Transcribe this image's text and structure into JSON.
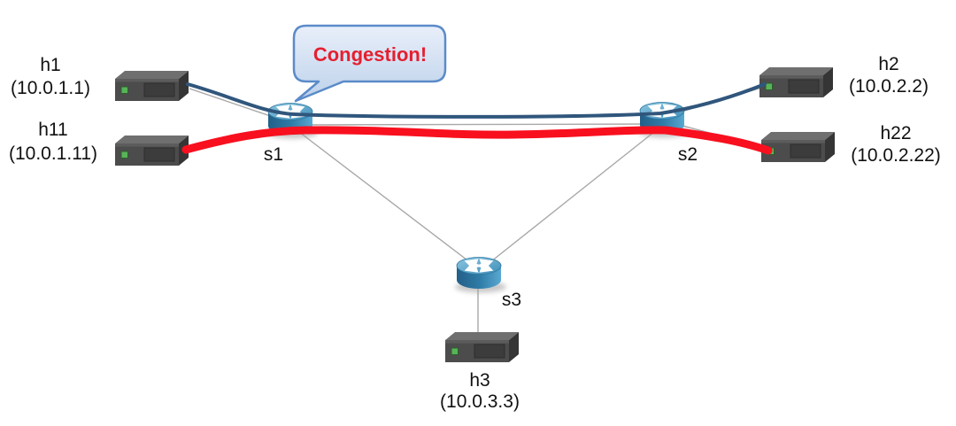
{
  "diagram": {
    "type": "network-topology",
    "callout": {
      "text": "Congestion!",
      "text_color": "#e51f2f",
      "fill_top": "#e9effa",
      "fill_bottom": "#bcd1ea",
      "border_color": "#5b8bc9",
      "points_to": "s1"
    },
    "hosts": [
      {
        "id": "h1",
        "label": "h1",
        "ip": "(10.0.1.1)"
      },
      {
        "id": "h11",
        "label": "h11",
        "ip": "(10.0.1.11)"
      },
      {
        "id": "h2",
        "label": "h2",
        "ip": "(10.0.2.2)"
      },
      {
        "id": "h22",
        "label": "h22",
        "ip": "(10.0.2.22)"
      },
      {
        "id": "h3",
        "label": "h3",
        "ip": "(10.0.3.3)"
      }
    ],
    "switches": [
      {
        "id": "s1",
        "label": "s1"
      },
      {
        "id": "s2",
        "label": "s2"
      },
      {
        "id": "s3",
        "label": "s3"
      }
    ],
    "links": [
      [
        "h1",
        "s1"
      ],
      [
        "h11",
        "s1"
      ],
      [
        "s1",
        "s2"
      ],
      [
        "s1",
        "s3"
      ],
      [
        "s2",
        "s3"
      ],
      [
        "s2",
        "h2"
      ],
      [
        "s2",
        "h22"
      ],
      [
        "s3",
        "h3"
      ]
    ],
    "flows": [
      {
        "name": "congested-flow",
        "path": [
          "h11",
          "s1",
          "s2",
          "h22"
        ],
        "color": "#f8101f",
        "width": 9
      },
      {
        "name": "normal-flow",
        "path": [
          "h1",
          "s1",
          "s2",
          "h2"
        ],
        "color": "#30567c",
        "width": 4
      }
    ],
    "link_color": "#a8a8a8"
  }
}
